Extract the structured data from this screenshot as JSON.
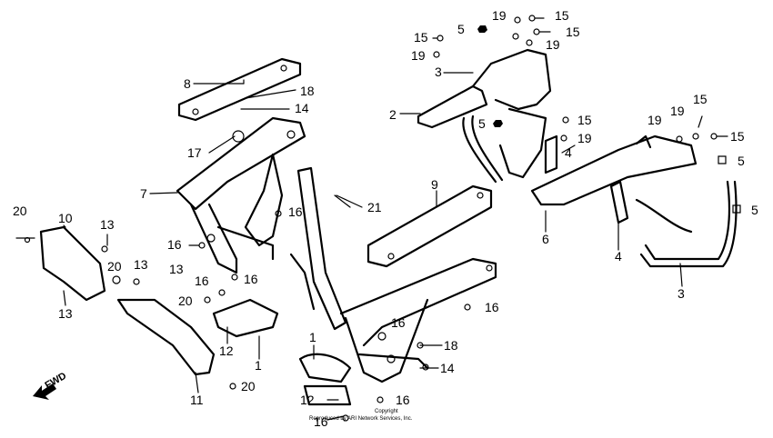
{
  "labels": {
    "l1a": "1",
    "l1b": "1",
    "l2": "2",
    "l3a": "3",
    "l3b": "3",
    "l4a": "4",
    "l4b": "4",
    "l5a": "5",
    "l5b": "5",
    "l5c": "5",
    "l5d": "5",
    "l6": "6",
    "l7": "7",
    "l8": "8",
    "l9": "9",
    "l10": "10",
    "l11": "11",
    "l12a": "12",
    "l12b": "12",
    "l13a": "13",
    "l13b": "13",
    "l13c": "13",
    "l13d": "13",
    "l14a": "14",
    "l14b": "14",
    "l15a": "15",
    "l15b": "15",
    "l15c": "15",
    "l15d": "15",
    "l15e": "15",
    "l15f": "15",
    "l16a": "16",
    "l16b": "16",
    "l16c": "16",
    "l16d": "16",
    "l16e": "16",
    "l16f": "16",
    "l16g": "16",
    "l16h": "16",
    "l17": "17",
    "l18a": "18",
    "l18b": "18",
    "l19a": "19",
    "l19b": "19",
    "l19c": "19",
    "l19d": "19",
    "l19e": "19",
    "l19f": "19",
    "l20a": "20",
    "l20b": "20",
    "l20c": "20",
    "l20d": "20",
    "l21": "21"
  },
  "fwd_label": "FWD",
  "copyright": {
    "line1": "Copyright",
    "line2": "Reproduced by ARI Network Services, Inc."
  }
}
